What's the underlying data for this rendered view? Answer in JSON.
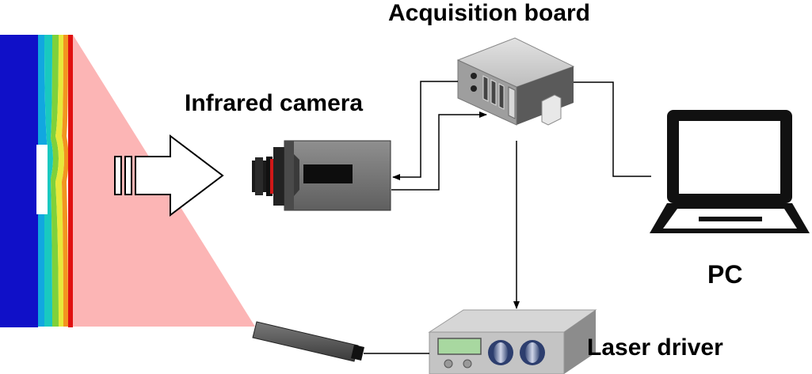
{
  "labels": {
    "acquisition_board": "Acquisition board",
    "infrared_camera": "Infrared camera",
    "pc": "PC",
    "laser_driver": "Laser driver"
  },
  "colors": {
    "laser_beam": "#fcb5b5",
    "thermal_cold": "#1010c8",
    "thermal_hot": "#e01010",
    "camera_body": "#7a7a7a",
    "laser_head": "#555555",
    "device_casing": "#c8c8c8",
    "display_green": "#a8d8a0",
    "laptop": "#111111"
  },
  "icons": {
    "sample": "thermal-sample-icon",
    "heat_flow": "heat-flow-arrow-icon",
    "camera": "infrared-camera-icon",
    "board": "acquisition-board-icon",
    "pc": "laptop-icon",
    "driver": "laser-driver-icon",
    "laser": "laser-head-icon"
  }
}
